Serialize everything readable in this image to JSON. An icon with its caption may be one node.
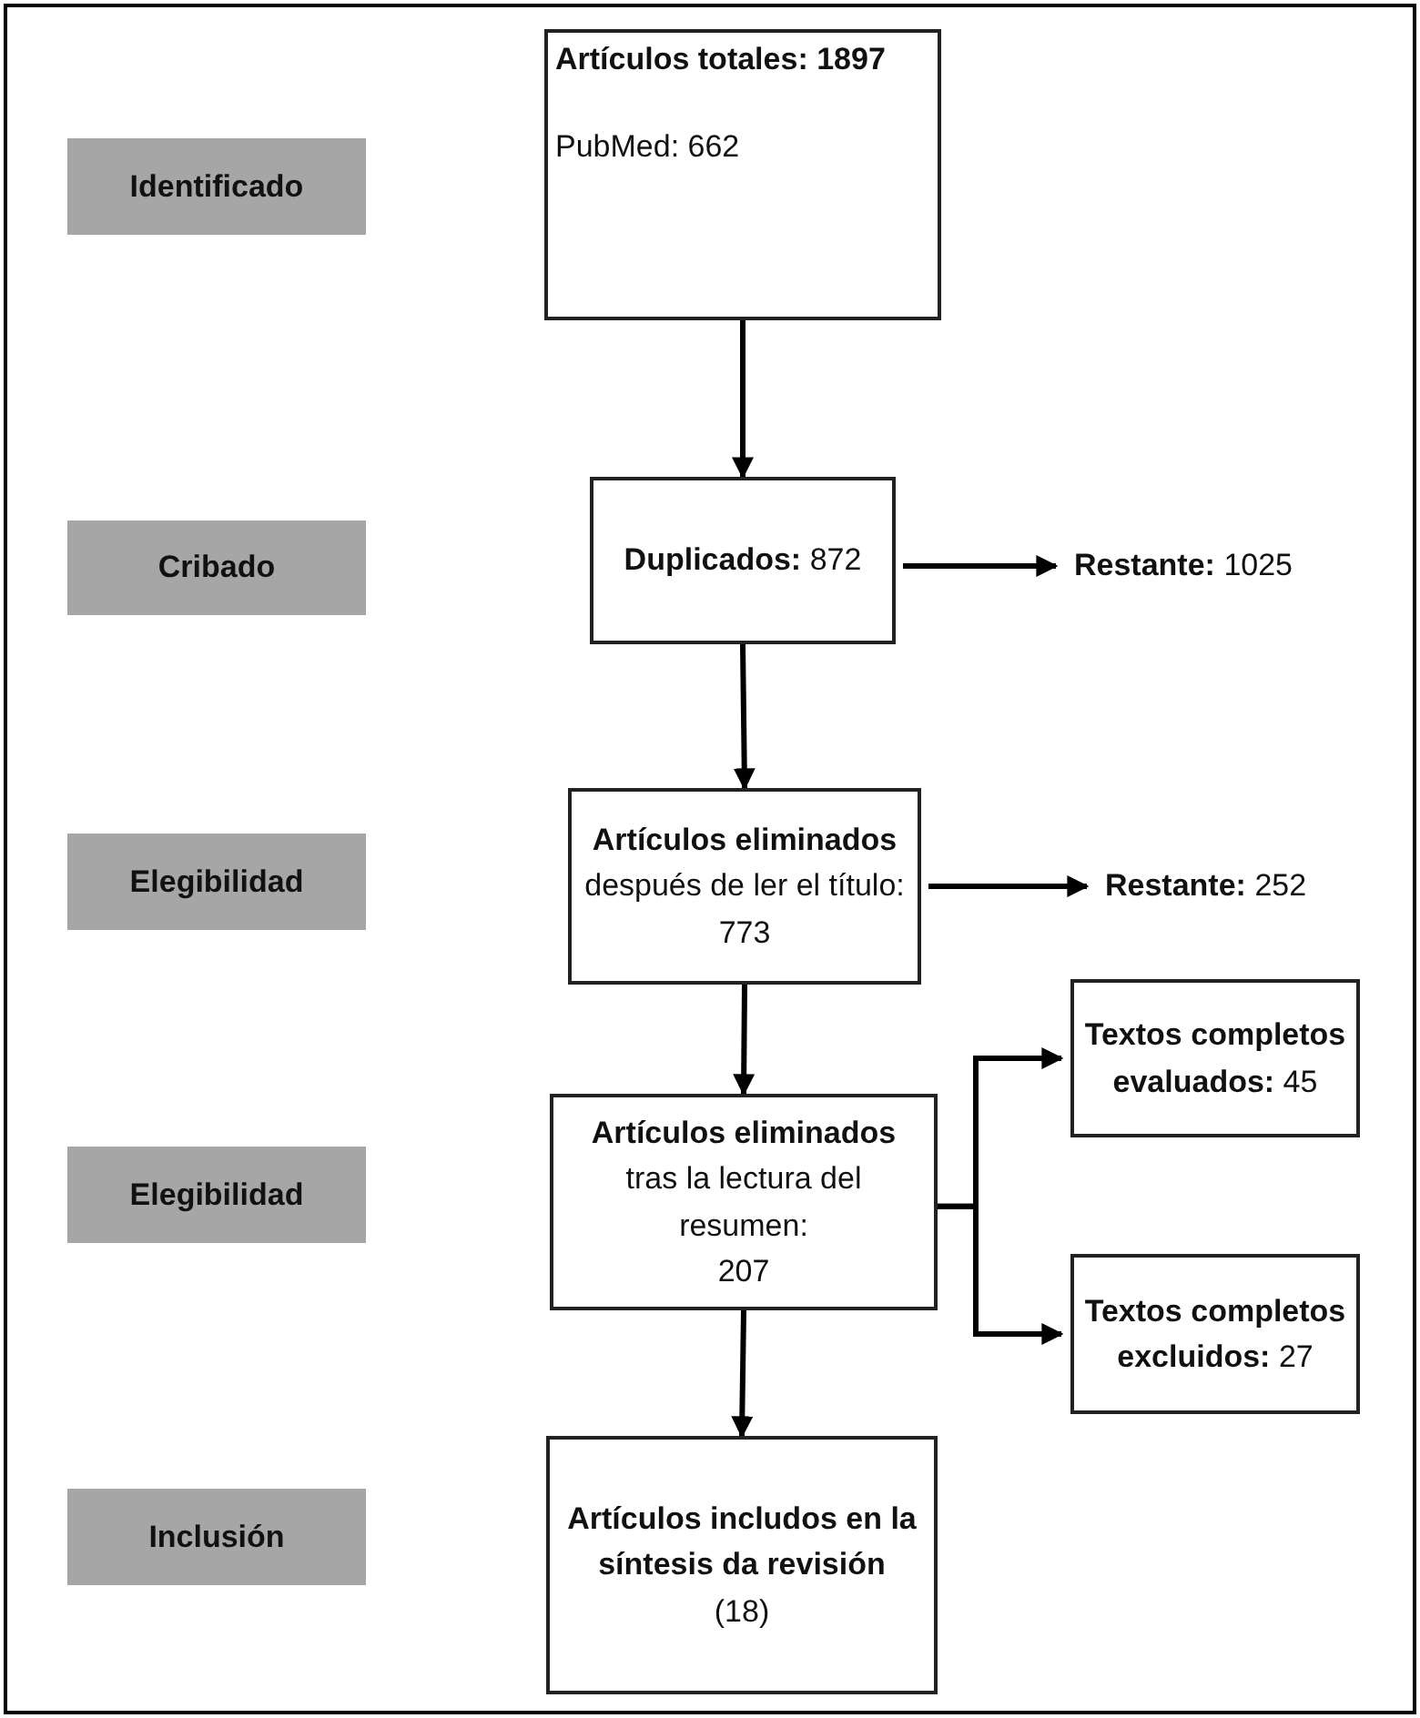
{
  "diagram": {
    "nodes": [
      {
        "text": [
          "Artículos totales: 1897",
          "PubMed: 662"
        ]
      },
      {
        "text": [
          "**Duplicados:** 872"
        ]
      },
      {
        "text": [
          "**Restante:** 1025"
        ]
      },
      {
        "text": [
          "Artículos eliminados",
          "después de ler el título:",
          "773"
        ]
      },
      {
        "text": [
          "**Restante:** 252"
        ]
      },
      {
        "text": [
          "Artículos eliminados",
          "tras la lectura del resumen:",
          "207"
        ]
      },
      {
        "text": [
          "**Textos completos evaluados:** 45"
        ]
      },
      {
        "text": [
          "**Textos completos excluidos:** 27"
        ]
      },
      {
        "text": [
          "Artículos includos en la síntesis da revisión",
          "(18)"
        ]
      },
      {
        "text": [
          "Identificado"
        ]
      },
      {
        "text": [
          "Cribado"
        ]
      },
      {
        "text": [
          "Elegibilidad"
        ]
      },
      {
        "text": [
          "Elegibilidad"
        ]
      },
      {
        "text": [
          "Inclusión"
        ]
      }
    ],
    "edges": [
      {
        "from": 0,
        "to": 1,
        "arrow": "to"
      },
      {
        "from": 1,
        "to": 2,
        "arrow": "to"
      },
      {
        "from": 1,
        "to": 3,
        "arrow": "to"
      },
      {
        "from": 3,
        "to": 4,
        "arrow": "to"
      },
      {
        "from": 3,
        "to": 5,
        "arrow": "to"
      },
      {
        "from": 5,
        "to": 6,
        "arrow": "to"
      },
      {
        "from": 5,
        "to": 7,
        "arrow": "to"
      },
      {
        "from": 5,
        "to": 8,
        "arrow": "to"
      }
    ]
  }
}
